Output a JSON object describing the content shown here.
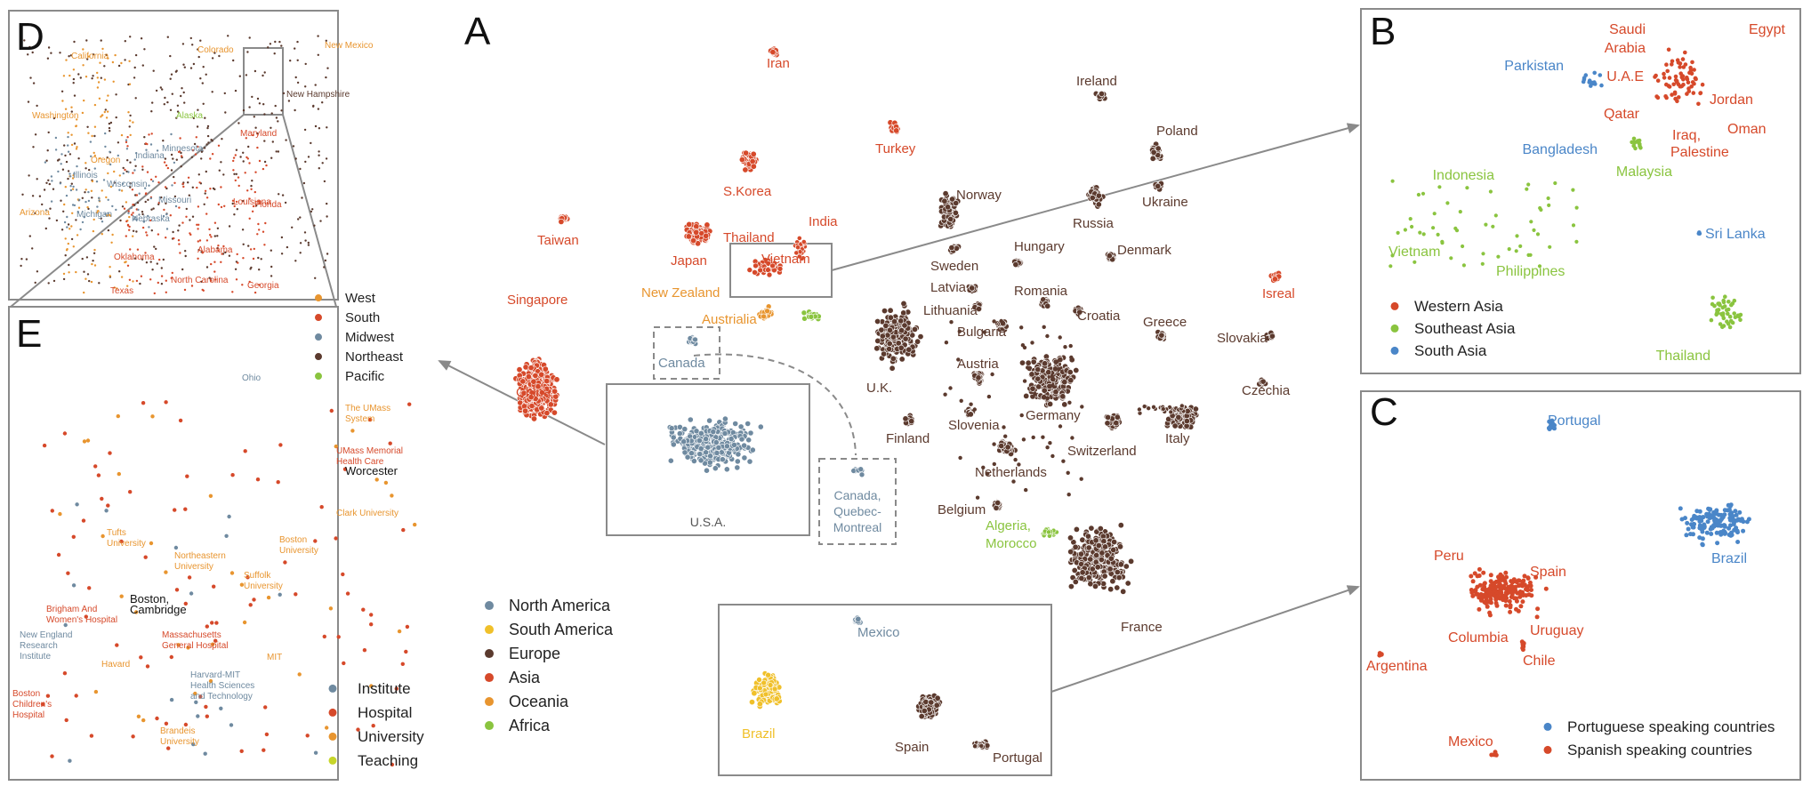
{
  "colors": {
    "north_america": "#6f8aa0",
    "south_america": "#f0c02a",
    "europe": "#5b3a2e",
    "asia": "#d6492a",
    "oceania": "#e8952f",
    "africa": "#8ac43f",
    "west": "#e8952f",
    "south": "#d6492a",
    "midwest": "#6f8aa0",
    "northeast": "#5b3a2e",
    "pacific": "#8ac43f",
    "western_asia": "#d6492a",
    "southeast_asia": "#8ac43f",
    "south_asia": "#4a86c8",
    "portuguese": "#4a86c8",
    "spanish": "#d6492a",
    "institute": "#6f8aa0",
    "hospital": "#d6492a",
    "university": "#e8952f",
    "teaching": "#c7d62a",
    "frame": "#777777"
  },
  "panels": {
    "A": {
      "letter": "A",
      "countries": [
        {
          "label": "Iran",
          "cont": "asia"
        },
        {
          "label": "Ireland",
          "cont": "europe"
        },
        {
          "label": "Turkey",
          "cont": "asia"
        },
        {
          "label": "Poland",
          "cont": "europe"
        },
        {
          "label": "S.Korea",
          "cont": "asia"
        },
        {
          "label": "Norway",
          "cont": "europe"
        },
        {
          "label": "Russia",
          "cont": "europe"
        },
        {
          "label": "Ukraine",
          "cont": "europe"
        },
        {
          "label": "Taiwan",
          "cont": "asia"
        },
        {
          "label": "Japan",
          "cont": "asia"
        },
        {
          "label": "Thailand",
          "cont": "asia"
        },
        {
          "label": "India",
          "cont": "asia"
        },
        {
          "label": "Vietnam",
          "cont": "asia"
        },
        {
          "label": "Hungary",
          "cont": "europe"
        },
        {
          "label": "Denmark",
          "cont": "europe"
        },
        {
          "label": "Sweden",
          "cont": "europe"
        },
        {
          "label": "New Zealand",
          "cont": "oceania"
        },
        {
          "label": "Latvia",
          "cont": "europe"
        },
        {
          "label": "Romania",
          "cont": "europe"
        },
        {
          "label": "Singapore",
          "cont": "asia"
        },
        {
          "label": "Lithuania",
          "cont": "europe"
        },
        {
          "label": "Croatia",
          "cont": "europe"
        },
        {
          "label": "Isreal",
          "cont": "asia"
        },
        {
          "label": "Austrialia",
          "cont": "oceania"
        },
        {
          "label": "Greece",
          "cont": "europe"
        },
        {
          "label": "Bulgaria",
          "cont": "europe"
        },
        {
          "label": "Slovakia",
          "cont": "europe"
        },
        {
          "label": "Canada",
          "cont": "north_america"
        },
        {
          "label": "Austria",
          "cont": "europe"
        },
        {
          "label": "U.K.",
          "cont": "europe"
        },
        {
          "label": "Czechia",
          "cont": "europe"
        },
        {
          "label": "China",
          "cont": "asia"
        },
        {
          "label": "Germany",
          "cont": "europe"
        },
        {
          "label": "Slovenia",
          "cont": "europe"
        },
        {
          "label": "Finland",
          "cont": "europe"
        },
        {
          "label": "Italy",
          "cont": "europe"
        },
        {
          "label": "Switzerland",
          "cont": "europe"
        },
        {
          "label": "Netherlands",
          "cont": "europe"
        },
        {
          "label": "Belgium",
          "cont": "europe"
        },
        {
          "label": "Algeria,",
          "cont": "africa"
        },
        {
          "label": "Morocco",
          "cont": "africa"
        },
        {
          "label": "France",
          "cont": "europe"
        },
        {
          "label": "Mexico",
          "cont": "north_america"
        },
        {
          "label": "Brazil",
          "cont": "south_america"
        },
        {
          "label": "Spain",
          "cont": "europe"
        },
        {
          "label": "Portugal",
          "cont": "europe"
        }
      ],
      "usa_label": "U.S.A.",
      "quebec_lines": [
        "Canada,",
        "Quebec-",
        "Montreal"
      ],
      "legend": [
        {
          "label": "North America",
          "color": "#6f8aa0"
        },
        {
          "label": "South America",
          "color": "#f0c02a"
        },
        {
          "label": "Europe",
          "color": "#5b3a2e"
        },
        {
          "label": "Asia",
          "color": "#d6492a"
        },
        {
          "label": "Oceania",
          "color": "#e8952f"
        },
        {
          "label": "Africa",
          "color": "#8ac43f"
        }
      ]
    },
    "B": {
      "letter": "B",
      "labels": [
        {
          "label": "Saudi",
          "group": "western_asia"
        },
        {
          "label": "Arabia",
          "group": "western_asia"
        },
        {
          "label": "Egypt",
          "group": "western_asia"
        },
        {
          "label": "Parkistan",
          "group": "south_asia"
        },
        {
          "label": "U.A.E",
          "group": "western_asia"
        },
        {
          "label": "Jordan",
          "group": "western_asia"
        },
        {
          "label": "Qatar",
          "group": "western_asia"
        },
        {
          "label": "Oman",
          "group": "western_asia"
        },
        {
          "label": "Iraq,",
          "group": "western_asia"
        },
        {
          "label": "Palestine",
          "group": "western_asia"
        },
        {
          "label": "Bangladesh",
          "group": "south_asia"
        },
        {
          "label": "Indonesia",
          "group": "southeast_asia"
        },
        {
          "label": "Malaysia",
          "group": "southeast_asia"
        },
        {
          "label": "Sri Lanka",
          "group": "south_asia"
        },
        {
          "label": "Vietnam",
          "group": "southeast_asia"
        },
        {
          "label": "Philippines",
          "group": "southeast_asia"
        },
        {
          "label": "Thailand",
          "group": "southeast_asia"
        }
      ],
      "legend": [
        {
          "label": "Western Asia",
          "color": "#d6492a"
        },
        {
          "label": "Southeast Asia",
          "color": "#8ac43f"
        },
        {
          "label": "South Asia",
          "color": "#4a86c8"
        }
      ]
    },
    "C": {
      "letter": "C",
      "labels": [
        {
          "label": "Portugal",
          "group": "portuguese"
        },
        {
          "label": "Brazil",
          "group": "portuguese"
        },
        {
          "label": "Peru",
          "group": "spanish"
        },
        {
          "label": "Spain",
          "group": "spanish"
        },
        {
          "label": "Columbia",
          "group": "spanish"
        },
        {
          "label": "Uruguay",
          "group": "spanish"
        },
        {
          "label": "Chile",
          "group": "spanish"
        },
        {
          "label": "Argentina",
          "group": "spanish"
        },
        {
          "label": "Mexico",
          "group": "spanish"
        }
      ],
      "legend": [
        {
          "label": "Portuguese speaking countries",
          "color": "#4a86c8"
        },
        {
          "label": "Spanish speaking countries",
          "color": "#d6492a"
        }
      ]
    },
    "D": {
      "letter": "D",
      "labels": [
        {
          "label": "California",
          "group": "west"
        },
        {
          "label": "Colorado",
          "group": "west"
        },
        {
          "label": "New Mexico",
          "group": "west"
        },
        {
          "label": "New Hampshire",
          "group": "northeast"
        },
        {
          "label": "Washington",
          "group": "west"
        },
        {
          "label": "Alaska",
          "group": "pacific"
        },
        {
          "label": "Maryland",
          "group": "south"
        },
        {
          "label": "Oregon",
          "group": "west"
        },
        {
          "label": "Minnesota",
          "group": "midwest"
        },
        {
          "label": "Indiana",
          "group": "midwest"
        },
        {
          "label": "Illinois",
          "group": "midwest"
        },
        {
          "label": "Wisconsin",
          "group": "midwest"
        },
        {
          "label": "Missouri",
          "group": "midwest"
        },
        {
          "label": "Louisiana",
          "group": "south"
        },
        {
          "label": "Michigan",
          "group": "midwest"
        },
        {
          "label": "Nebraska",
          "group": "midwest"
        },
        {
          "label": "Arizona",
          "group": "west"
        },
        {
          "label": "Florida",
          "group": "south"
        },
        {
          "label": "Alabama",
          "group": "south"
        },
        {
          "label": "Oklahoma",
          "group": "south"
        },
        {
          "label": "North Carolina",
          "group": "south"
        },
        {
          "label": "Georgia",
          "group": "south"
        },
        {
          "label": "Texas",
          "group": "south"
        },
        {
          "label": "Ohio",
          "group": "midwest"
        }
      ],
      "legend": [
        {
          "label": "West",
          "color": "#e8952f"
        },
        {
          "label": "South",
          "color": "#d6492a"
        },
        {
          "label": "Midwest",
          "color": "#6f8aa0"
        },
        {
          "label": "Northeast",
          "color": "#5b3a2e"
        },
        {
          "label": "Pacific",
          "color": "#8ac43f"
        }
      ]
    },
    "E": {
      "letter": "E",
      "labels": [
        {
          "lines": [
            "The UMass",
            "System"
          ],
          "group": "university"
        },
        {
          "lines": [
            "UMass Memorial",
            "Health Care"
          ],
          "group": "hospital"
        },
        {
          "lines": [
            "Worcester"
          ],
          "group": "plain"
        },
        {
          "lines": [
            "Clark University"
          ],
          "group": "university"
        },
        {
          "lines": [
            "Tufts",
            "University"
          ],
          "group": "university"
        },
        {
          "lines": [
            "Boston",
            "University"
          ],
          "group": "university"
        },
        {
          "lines": [
            "Northeastern",
            "University"
          ],
          "group": "university"
        },
        {
          "lines": [
            "Suffolk",
            "University"
          ],
          "group": "university"
        },
        {
          "lines": [
            "Boston,",
            "Cambridge"
          ],
          "group": "plain"
        },
        {
          "lines": [
            "Brigham And",
            "Women's Hospital"
          ],
          "group": "hospital"
        },
        {
          "lines": [
            "New England",
            "Research",
            "Institute"
          ],
          "group": "institute"
        },
        {
          "lines": [
            "Massachusetts",
            "General Hospital"
          ],
          "group": "hospital"
        },
        {
          "lines": [
            "Havard"
          ],
          "group": "university"
        },
        {
          "lines": [
            "MIT"
          ],
          "group": "university"
        },
        {
          "lines": [
            "Harvard-MIT",
            "Health Sciences",
            "and Technology"
          ],
          "group": "institute"
        },
        {
          "lines": [
            "Boston",
            "Children's",
            "Hospital"
          ],
          "group": "hospital"
        },
        {
          "lines": [
            "Brandeis",
            "University"
          ],
          "group": "university"
        }
      ],
      "legend": [
        {
          "label": "Institute",
          "color": "#6f8aa0"
        },
        {
          "label": "Hospital",
          "color": "#d6492a"
        },
        {
          "label": "University",
          "color": "#e8952f"
        },
        {
          "label": "Teaching",
          "color": "#c7d62a"
        }
      ]
    }
  }
}
